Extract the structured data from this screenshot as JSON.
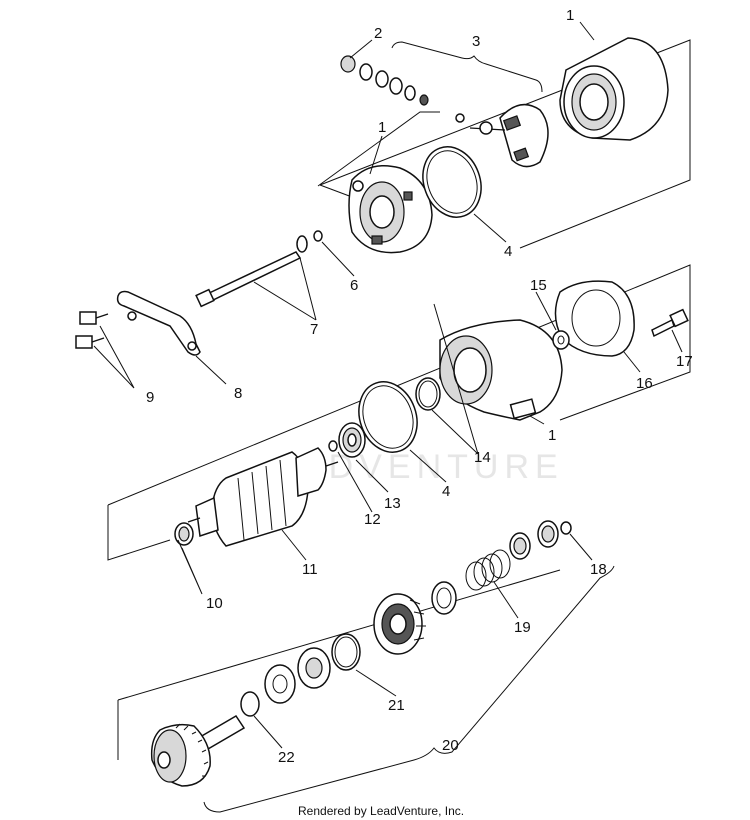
{
  "diagram": {
    "footer": "Rendered by LeadVenture, Inc.",
    "watermark": "ADVENTURE",
    "callouts": {
      "c1_top": "1",
      "c1_end_frame": "1",
      "c1_gear_housing": "1",
      "c2": "2",
      "c3": "3",
      "c4_upper": "4",
      "c4_lower": "4",
      "c6": "6",
      "c7": "7",
      "c8": "8",
      "c9": "9",
      "c10": "10",
      "c11": "11",
      "c12": "12",
      "c13": "13",
      "c14": "14",
      "c15": "15",
      "c16": "16",
      "c17": "17",
      "c18": "18",
      "c19": "19",
      "c20": "20",
      "c21": "21",
      "c22": "22"
    }
  }
}
